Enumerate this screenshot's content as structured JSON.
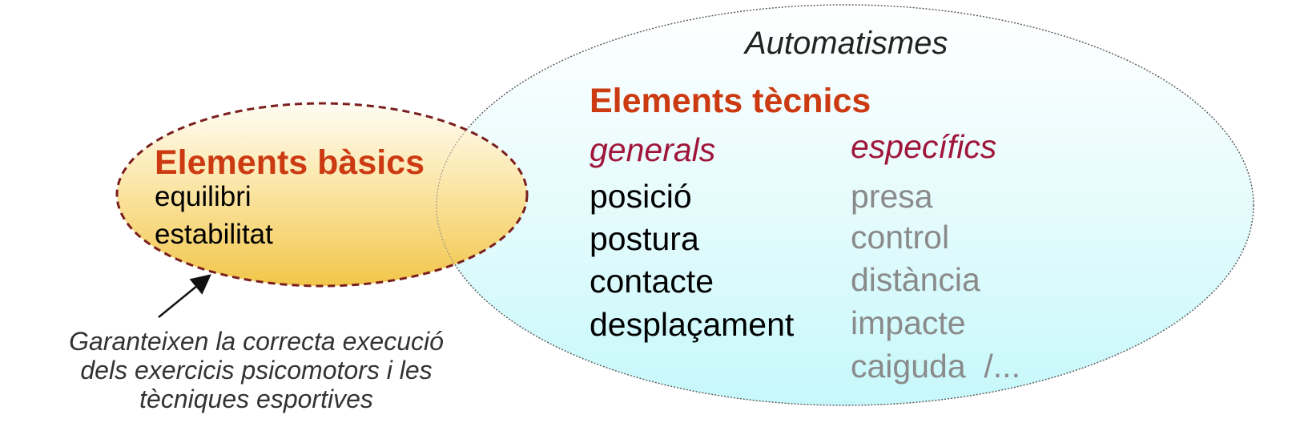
{
  "automatisms": {
    "title": "Automatismes"
  },
  "technical": {
    "heading": "Elements tècnics",
    "general": {
      "label": "generals",
      "items": [
        "posició",
        "postura",
        "contacte",
        "desplaçament"
      ]
    },
    "specific": {
      "label": "específics",
      "items": [
        "presa",
        "control",
        "distància",
        "impacte",
        "caiguda  /..."
      ]
    }
  },
  "basic": {
    "heading": "Elements bàsics",
    "items": [
      "equilibri",
      "estabilitat"
    ]
  },
  "note": {
    "lines": [
      "Garanteixen la correcta execució",
      "dels exercicis psicomotors i les",
      "tècniques esportives"
    ]
  },
  "colors": {
    "heading": "#cc3a12",
    "subheading": "#a0153a",
    "general_items": "#000000",
    "specific_items": "#8a8a8a",
    "basic_border": "#7a1e1e",
    "large_border": "#555555",
    "large_fill_top": "#ffffff",
    "large_fill_bottom": "#c6f8fb",
    "basic_fill_top": "#fffdf4",
    "basic_fill_bottom": "#f2c64a"
  }
}
